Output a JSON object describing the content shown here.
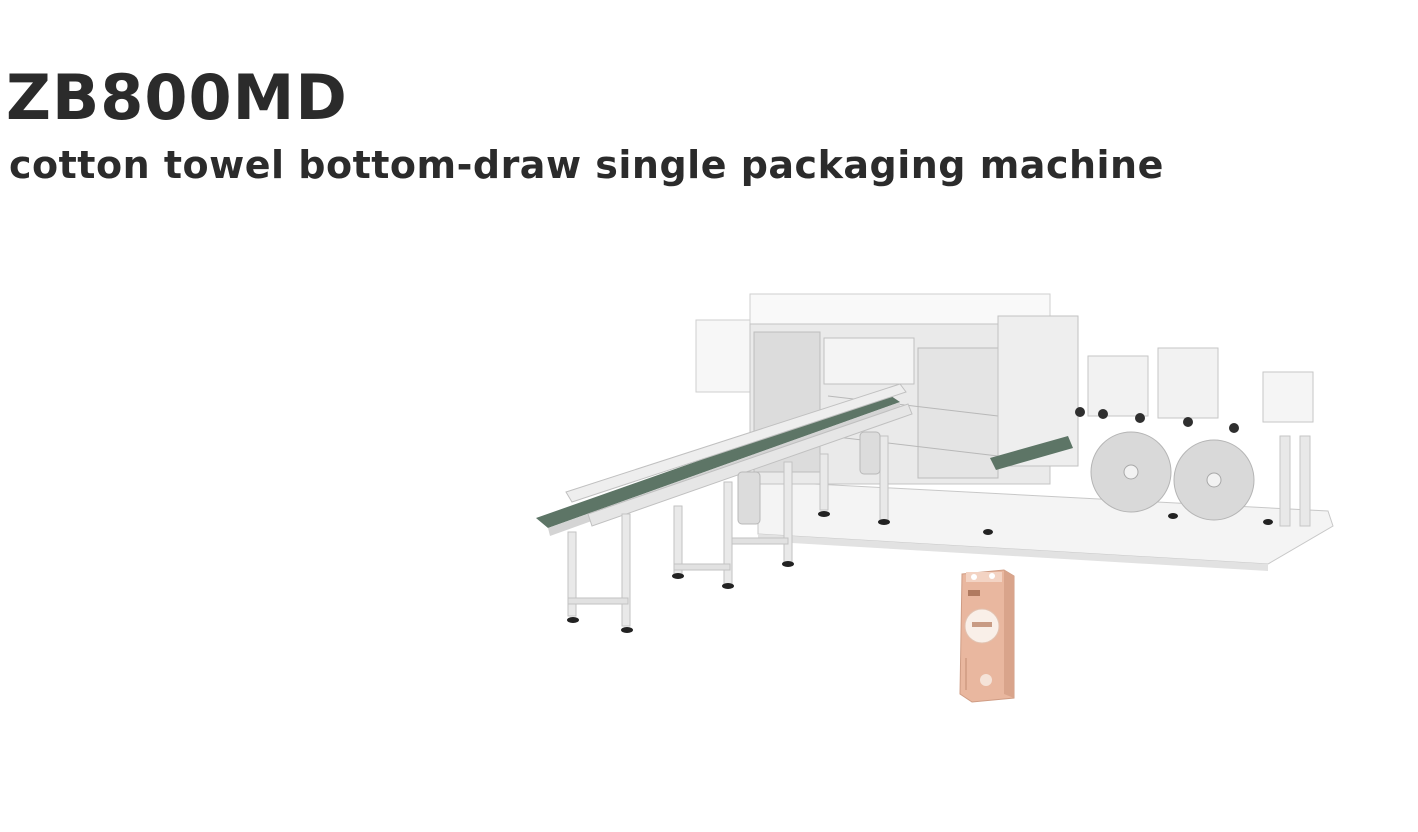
{
  "header": {
    "model": "ZB800MD",
    "subtitle": "cotton towel bottom-draw single packaging machine"
  },
  "images": {
    "machine": "packaging-machine-illustration",
    "package": "packaged-cotton-towel-product"
  },
  "colors": {
    "text": "#2b2b2b",
    "conveyor_belt": "#5d7566",
    "roll": "#d9d9d9",
    "package": "#e9b79f"
  }
}
